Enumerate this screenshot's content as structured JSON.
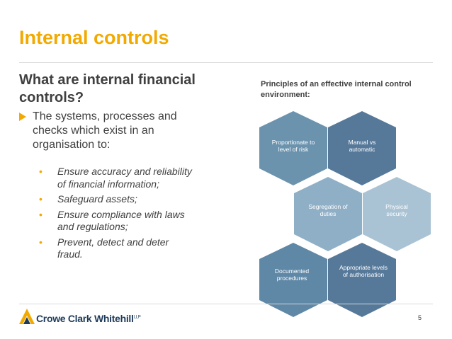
{
  "slide": {
    "title": "Internal controls",
    "subheading": "What are internal financial controls?",
    "intro": "The systems, processes and checks which exist in an organisation to:",
    "bullets": [
      "Ensure accuracy and reliability of financial information;",
      "Safeguard assets;",
      "Ensure compliance with laws and regulations;",
      "Prevent, detect and deter fraud."
    ],
    "page_number": "5"
  },
  "principles": {
    "title": "Principles of an effective internal control environment:",
    "hexagons": [
      {
        "label": "Proportionate to level of risk",
        "color": "#6B93AE"
      },
      {
        "label": "Manual vs automatic",
        "color": "#56799A"
      },
      {
        "label": "Segregation of duties",
        "color": "#8FAFC6"
      },
      {
        "label": "Physical security",
        "color": "#A9C3D4"
      },
      {
        "label": "Documented procedures",
        "color": "#5F87A6"
      },
      {
        "label": "Appropriate levels of authorisation",
        "color": "#56799A"
      }
    ]
  },
  "footer": {
    "logo_text": "Crowe Clark Whitehill",
    "logo_tm": "LLP"
  },
  "colors": {
    "accent": "#F2A900",
    "text": "#404040",
    "brand": "#1f3b5a"
  }
}
